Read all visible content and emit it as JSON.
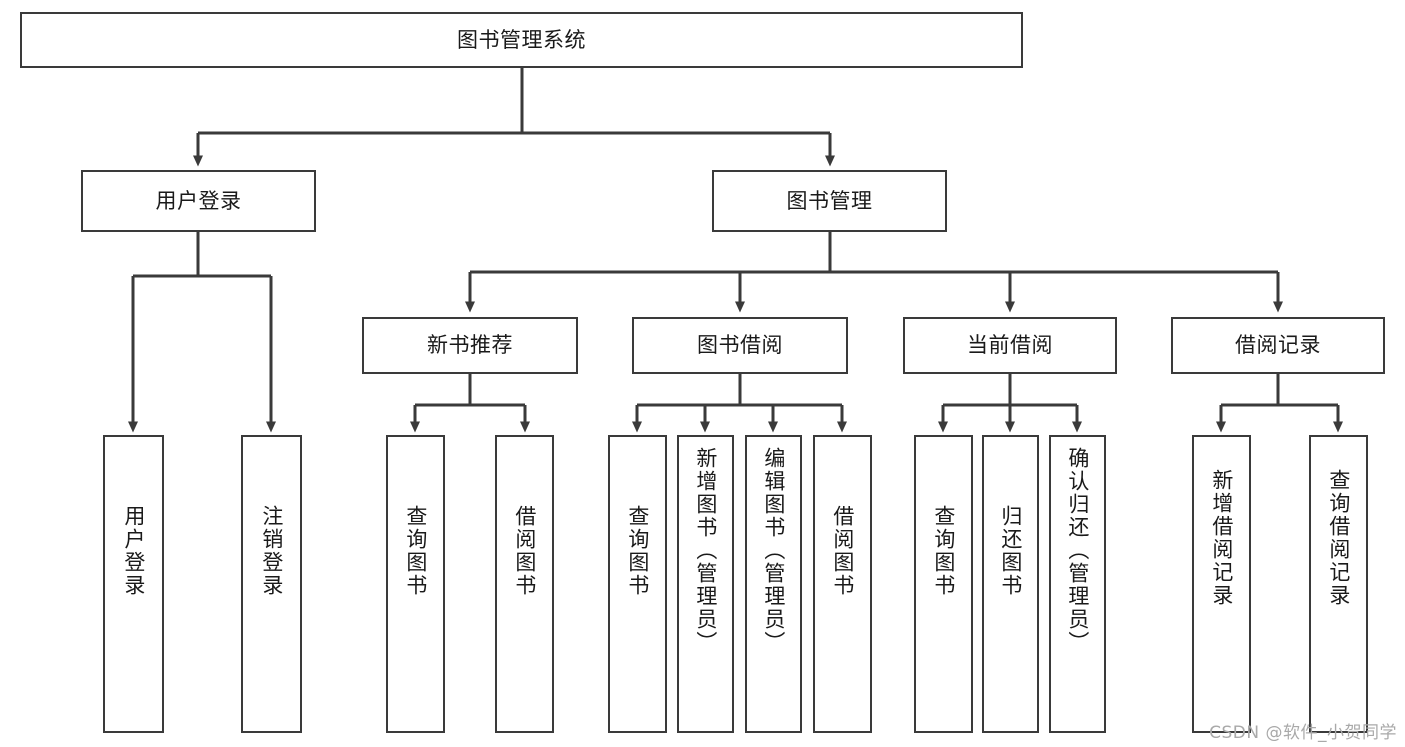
{
  "diagram": {
    "type": "tree-hierarchy-chart",
    "title": "图书管理系统",
    "watermark": "CSDN @软件_小贺同学",
    "colors": {
      "stroke": "#3a3a3a",
      "background": "#ffffff",
      "text": "#1a1a1a",
      "watermark": "#a9a9a9"
    },
    "levels": {
      "level1": [
        {
          "id": "root",
          "label": "图书管理系统",
          "orientation": "horizontal"
        }
      ],
      "level2": [
        {
          "id": "user-login",
          "label": "用户登录",
          "orientation": "horizontal"
        },
        {
          "id": "book-manage",
          "label": "图书管理",
          "orientation": "horizontal"
        }
      ],
      "level3": [
        {
          "id": "new-book-rec",
          "label": "新书推荐",
          "orientation": "horizontal"
        },
        {
          "id": "book-borrow",
          "label": "图书借阅",
          "orientation": "horizontal"
        },
        {
          "id": "current-borrow",
          "label": "当前借阅",
          "orientation": "horizontal"
        },
        {
          "id": "borrow-record",
          "label": "借阅记录",
          "orientation": "horizontal"
        }
      ],
      "level4": [
        {
          "id": "leaf-user-login",
          "label": "用户登录",
          "parent": "user-login",
          "orientation": "vertical"
        },
        {
          "id": "leaf-user-logout",
          "label": "注销登录",
          "parent": "user-login",
          "orientation": "vertical"
        },
        {
          "id": "leaf-query-book-1",
          "label": "查询图书",
          "parent": "new-book-rec",
          "orientation": "vertical"
        },
        {
          "id": "leaf-borrow-book-1",
          "label": "借阅图书",
          "parent": "new-book-rec",
          "orientation": "vertical"
        },
        {
          "id": "leaf-query-book-2",
          "label": "查询图书",
          "parent": "book-borrow",
          "orientation": "vertical"
        },
        {
          "id": "leaf-add-book",
          "label": "新增图书（管理员）",
          "parent": "book-borrow",
          "orientation": "vertical"
        },
        {
          "id": "leaf-edit-book",
          "label": "编辑图书（管理员）",
          "parent": "book-borrow",
          "orientation": "vertical"
        },
        {
          "id": "leaf-borrow-book-2",
          "label": "借阅图书",
          "parent": "book-borrow",
          "orientation": "vertical"
        },
        {
          "id": "leaf-query-book-3",
          "label": "查询图书",
          "parent": "current-borrow",
          "orientation": "vertical"
        },
        {
          "id": "leaf-return-book",
          "label": "归还图书",
          "parent": "current-borrow",
          "orientation": "vertical"
        },
        {
          "id": "leaf-confirm-return",
          "label": "确认归还（管理员）",
          "parent": "current-borrow",
          "orientation": "vertical"
        },
        {
          "id": "leaf-add-record",
          "label": "新增借阅记录",
          "parent": "borrow-record",
          "orientation": "vertical"
        },
        {
          "id": "leaf-query-record",
          "label": "查询借阅记录",
          "parent": "borrow-record",
          "orientation": "vertical"
        }
      ]
    }
  }
}
